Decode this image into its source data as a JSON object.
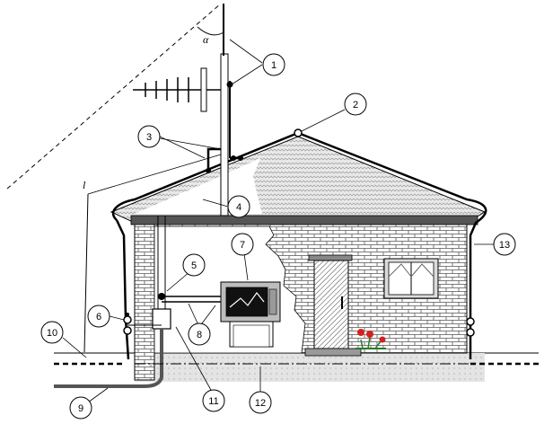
{
  "angle_symbol": "α",
  "length_symbol": "l",
  "callouts": [
    {
      "id": "callout-1",
      "label": "1"
    },
    {
      "id": "callout-2",
      "label": "2"
    },
    {
      "id": "callout-3",
      "label": "3"
    },
    {
      "id": "callout-4",
      "label": "4"
    },
    {
      "id": "callout-5",
      "label": "5"
    },
    {
      "id": "callout-6",
      "label": "6"
    },
    {
      "id": "callout-7",
      "label": "7"
    },
    {
      "id": "callout-8",
      "label": "8"
    },
    {
      "id": "callout-9",
      "label": "9"
    },
    {
      "id": "callout-10",
      "label": "10"
    },
    {
      "id": "callout-11",
      "label": "11"
    },
    {
      "id": "callout-12",
      "label": "12"
    },
    {
      "id": "callout-13",
      "label": "13"
    }
  ]
}
